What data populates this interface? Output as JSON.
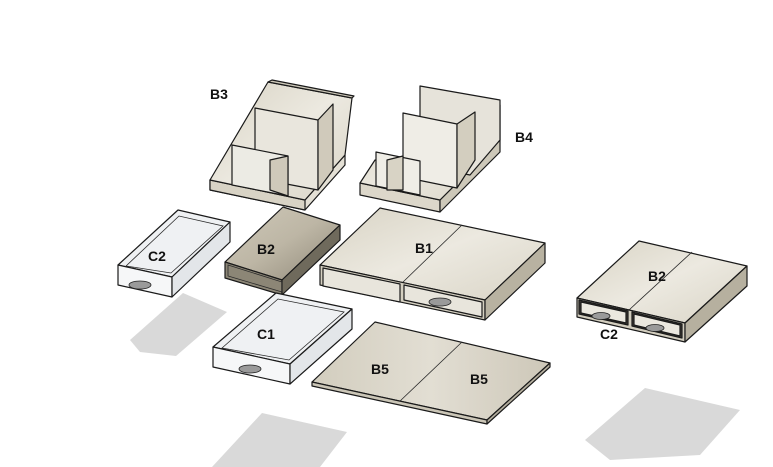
{
  "labels": {
    "b3": "B3",
    "b4": "B4",
    "c2_left": "C2",
    "b2_left": "B2",
    "b1": "B1",
    "b2_right": "B2",
    "c2_right": "C2",
    "c1": "C1",
    "b5_left": "B5",
    "b5_right": "B5"
  },
  "colors": {
    "face_light": "#e8e4d9",
    "face_mid": "#d6d1c3",
    "face_dark": "#b9b3a3",
    "glass": "#eef0f2",
    "shadow": "#d9d9d9",
    "outline": "#1a1a1a"
  }
}
